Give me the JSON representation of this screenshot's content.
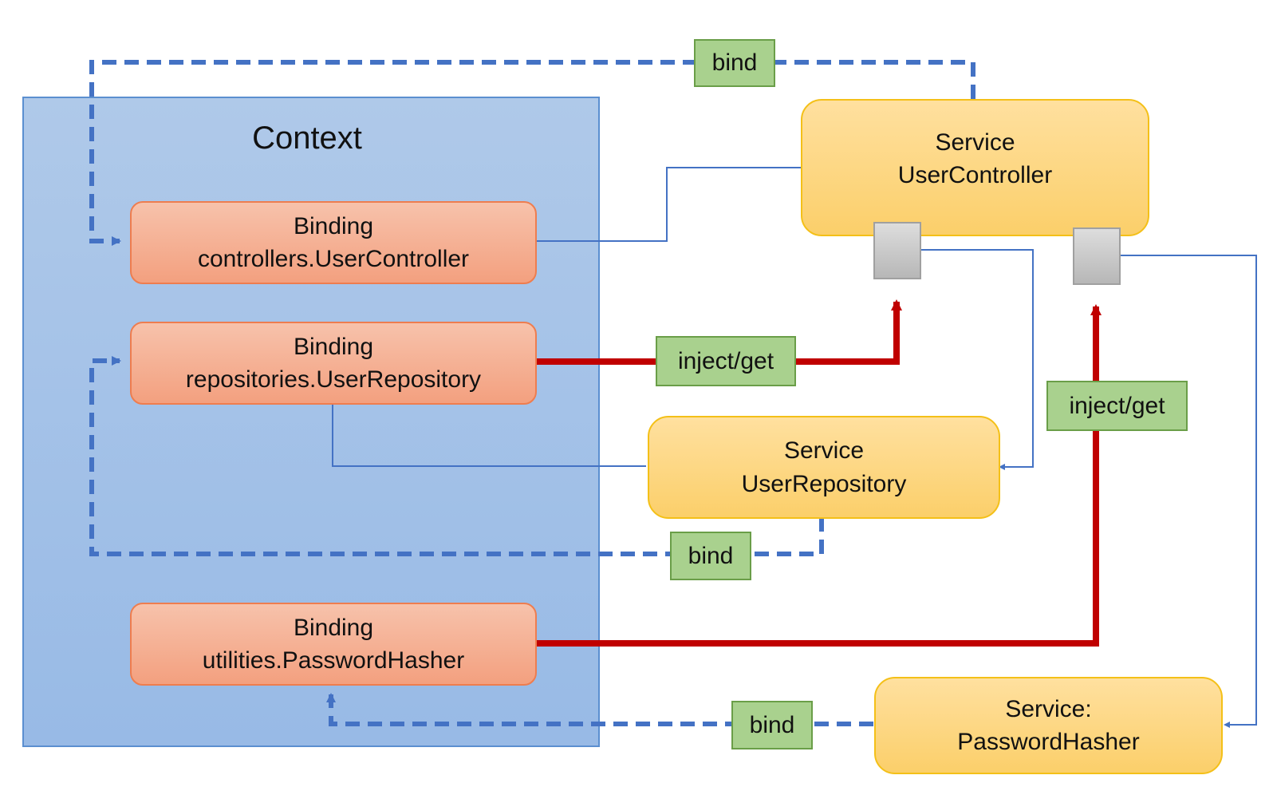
{
  "context": {
    "title": "Context"
  },
  "bindings": [
    {
      "kind": "Binding",
      "name": "controllers.UserController"
    },
    {
      "kind": "Binding",
      "name": "repositories.UserRepository"
    },
    {
      "kind": "Binding",
      "name": "utilities.PasswordHasher"
    }
  ],
  "services": [
    {
      "kind": "Service",
      "name": "UserController"
    },
    {
      "kind": "Service",
      "name": "UserRepository"
    },
    {
      "kind": "Service:",
      "name": "PasswordHasher"
    }
  ],
  "labels": {
    "bind_top": "bind",
    "bind_middle": "bind",
    "bind_bottom": "bind",
    "inject_repository": "inject/get",
    "inject_hasher": "inject/get"
  },
  "colors": {
    "bind_arrow": "#4472c4",
    "inject_arrow": "#c00000",
    "link_line": "#4472c4",
    "context_fill": "#a3c1e8",
    "binding_fill": "#f4b296",
    "service_fill": "#fdd77f",
    "label_fill": "#a9d18e"
  }
}
